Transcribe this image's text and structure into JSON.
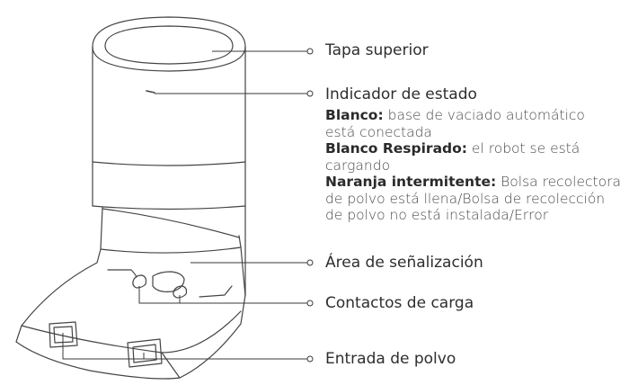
{
  "labels": {
    "tapa": "Tapa superior",
    "indicador": "Indicador de estado",
    "area": "Área de señalización",
    "contactos": "Contactos de carga",
    "entrada": "Entrada de polvo"
  },
  "indicator_states": [
    {
      "name": "Blanco:",
      "text_lines": [
        "base de vaciado automático",
        "está conectada"
      ]
    },
    {
      "name": "Blanco Respirado:",
      "text_lines": [
        "el robot se está",
        "cargando"
      ]
    },
    {
      "name": "Naranja intermitente:",
      "text_lines": [
        "Bolsa recolectora",
        "de polvo está llena/Bolsa de recolección",
        "de polvo no está instalada/Error"
      ]
    }
  ],
  "colors": {
    "line": "#3a3a3a",
    "text": "#2e2e2e"
  }
}
